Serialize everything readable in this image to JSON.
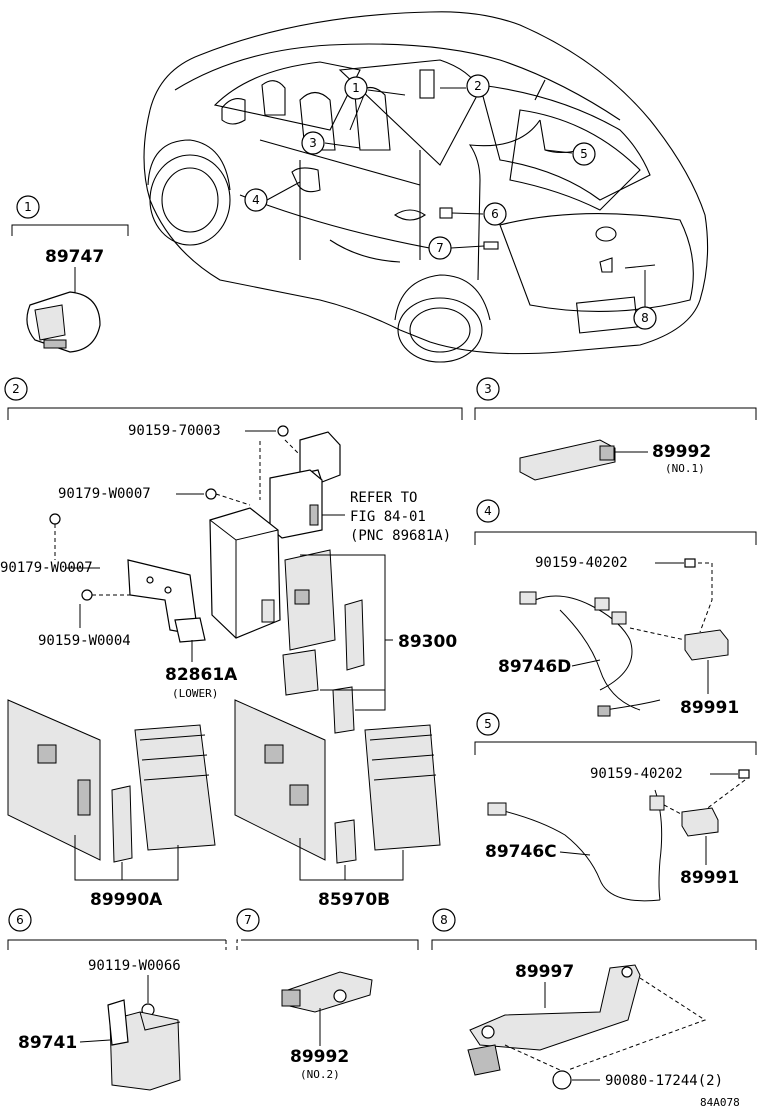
{
  "callouts": {
    "c1": "1",
    "c2": "2",
    "c3": "3",
    "c4": "4",
    "c5": "5",
    "c6": "6",
    "c7": "7",
    "c8": "8"
  },
  "car_callouts": [
    "1",
    "2",
    "3",
    "4",
    "5",
    "6",
    "7",
    "8"
  ],
  "section1": {
    "number": "1",
    "part": "89747"
  },
  "section2": {
    "number": "2",
    "p_90159_70003": "90159-70003",
    "p_90179_w0007_a": "90179-W0007",
    "p_90179_w0007_b": "90179-W0007",
    "p_90159_w0004": "90159-W0004",
    "p_82861a": "82861A",
    "p_82861a_note": "(LOWER)",
    "p_89300": "89300",
    "p_89990a": "89990A",
    "p_85970b": "85970B",
    "refer_line1": "REFER TO",
    "refer_line2": "FIG 84-01",
    "refer_line3": "(PNC 89681A)"
  },
  "section3": {
    "number": "3",
    "part": "89992",
    "note": "(NO.1)"
  },
  "section4": {
    "number": "4",
    "p_90159_40202": "90159-40202",
    "p_89746d": "89746D",
    "p_89991": "89991"
  },
  "section5": {
    "number": "5",
    "p_90159_40202": "90159-40202",
    "p_89746c": "89746C",
    "p_89991": "89991"
  },
  "section6": {
    "number": "6",
    "p_90119_w0066": "90119-W0066",
    "p_89741": "89741"
  },
  "section7": {
    "number": "7",
    "part": "89992",
    "note": "(NO.2)"
  },
  "section8": {
    "number": "8",
    "p_89997": "89997",
    "p_90080": "90080-17244(2)"
  },
  "figure_code": "84A078"
}
